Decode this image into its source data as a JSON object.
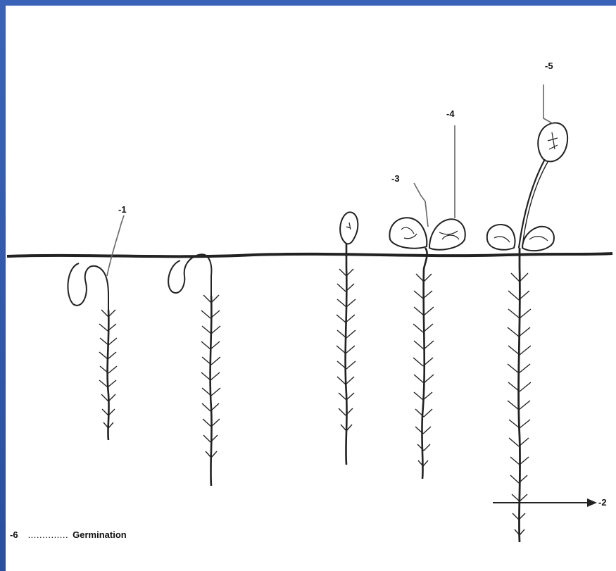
{
  "diagram": {
    "labels": {
      "l1": "-1",
      "l2": "-2",
      "l3": "-3",
      "l4": "-4",
      "l5": "-5"
    },
    "caption": {
      "number": "-6",
      "dots": "..............",
      "text": "Germination"
    }
  }
}
